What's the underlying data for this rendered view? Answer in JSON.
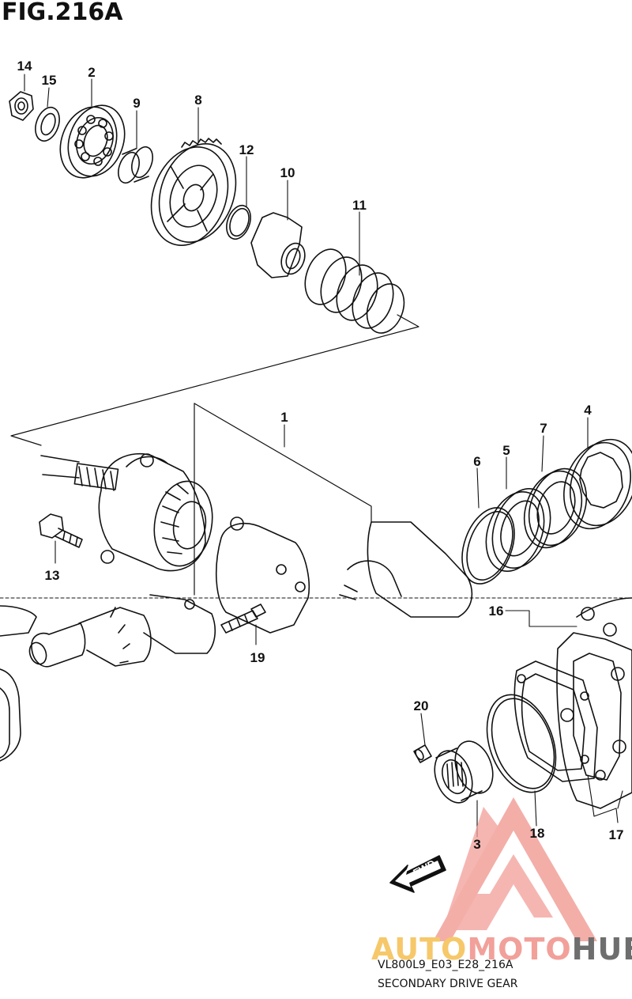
{
  "figure": {
    "title": "FIG.216A"
  },
  "callouts": [
    {
      "id": "14",
      "label": "14"
    },
    {
      "id": "15",
      "label": "15"
    },
    {
      "id": "2",
      "label": "2"
    },
    {
      "id": "9",
      "label": "9"
    },
    {
      "id": "8",
      "label": "8"
    },
    {
      "id": "12",
      "label": "12"
    },
    {
      "id": "10",
      "label": "10"
    },
    {
      "id": "11",
      "label": "11"
    },
    {
      "id": "1",
      "label": "1"
    },
    {
      "id": "4",
      "label": "4"
    },
    {
      "id": "7",
      "label": "7"
    },
    {
      "id": "5",
      "label": "5"
    },
    {
      "id": "6",
      "label": "6"
    },
    {
      "id": "13",
      "label": "13"
    },
    {
      "id": "16",
      "label": "16"
    },
    {
      "id": "19",
      "label": "19"
    },
    {
      "id": "20",
      "label": "20"
    },
    {
      "id": "3",
      "label": "3"
    },
    {
      "id": "18",
      "label": "18"
    },
    {
      "id": "17",
      "label": "17"
    }
  ],
  "fwd_arrow": {
    "label": "FWD"
  },
  "caption": {
    "code": "VL800L9_E03_E28_216A",
    "name": "SECONDARY DRIVE GEAR"
  },
  "watermark": {
    "part1": "AUTO",
    "part2": "MOTO",
    "part3": "HUB",
    "color_a": "#f6c86a",
    "color_b": "#f2a09a",
    "color_c": "#6e6e6e"
  }
}
